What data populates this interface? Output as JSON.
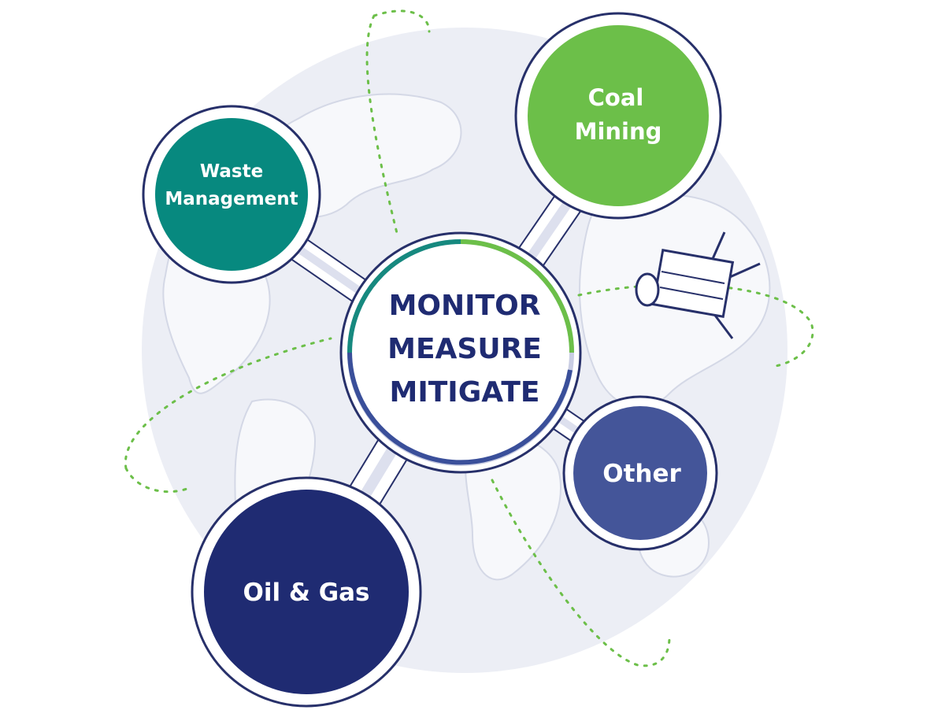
{
  "center": {
    "lines": [
      "MONITOR",
      "MEASURE",
      "MITIGATE"
    ],
    "ring_colors": {
      "teal": "#16897f",
      "green": "#6cbf49",
      "navy": "#3a4f9a",
      "grey": "#c9cde3"
    }
  },
  "nodes": {
    "waste": {
      "lines": [
        "Waste",
        "Management"
      ],
      "color": "#07897f"
    },
    "coal": {
      "lines": [
        "Coal",
        "Mining"
      ],
      "color": "#6cbf49"
    },
    "other": {
      "lines": [
        "Other"
      ],
      "color": "#445599"
    },
    "oil": {
      "lines": [
        "Oil & Gas"
      ],
      "color": "#1f2b72"
    }
  },
  "colors": {
    "globe": "#eceef5",
    "land": "#ffffff",
    "node_ring": "#ffffff",
    "node_outline": "#27306a",
    "connector": "#dde0ee",
    "orbit": "#6cbf49"
  },
  "decor": {
    "satellite": "satellite-icon",
    "globe": "globe-icon"
  }
}
